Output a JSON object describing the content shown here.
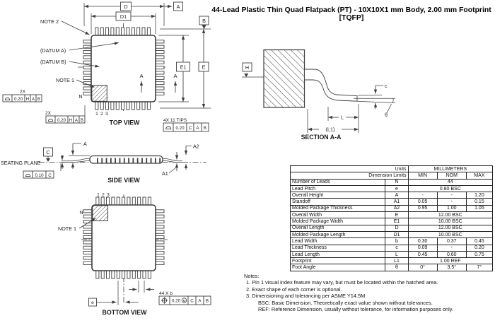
{
  "title": "44-Lead Plastic Thin Quad Flatpack (PT) - 10X10X1 mm Body, 2.00 mm Footprint [TQFP]",
  "colors": {
    "line": "#3d3d3d",
    "text": "#111111",
    "background": "#ffffff"
  },
  "top_view": {
    "caption": "TOP VIEW",
    "d": "D",
    "d1": "D1",
    "a_flag": "A",
    "b_flag": "B",
    "e1": "E1",
    "e": "E",
    "note2": "NOTE 2",
    "datum_a": "(DATUM A)",
    "datum_b": "(DATUM B)",
    "note1": "NOTE 1",
    "n": "N",
    "p1": "1",
    "p2": "2",
    "p3": "3",
    "sec_a_left": "A",
    "sec_a_right": "A",
    "qty1": "2X",
    "qty2": "2X",
    "tips": "4X 11 TIPS",
    "fcf1_tol": "0.20",
    "fcf1_r1": "H",
    "fcf1_r2": "A",
    "fcf1_r3": "B",
    "fcf2_tol": "0.20",
    "fcf2_r1": "H",
    "fcf2_r2": "A",
    "fcf2_r3": "B",
    "fcft_tol": "0.20",
    "fcft_r1": "C",
    "fcft_r2": "A",
    "fcft_r3": "B"
  },
  "side_view": {
    "caption": "SIDE VIEW",
    "seating": "SEATING PLANE",
    "c_flag": "C",
    "a": "A",
    "a1": "A1",
    "a2": "A2",
    "fcf_tol": "0.10",
    "fcf_r1": "C"
  },
  "bottom_view": {
    "caption": "BOTTOM VIEW",
    "note1": "NOTE 1",
    "n": "N",
    "p1": "1",
    "p2": "2",
    "p3": "3",
    "e": "e",
    "qty": "44 X b",
    "fcf_tol": "0.20",
    "fcf_mod": "M",
    "fcf_r1": "C",
    "fcf_r2": "A",
    "fcf_r3": "B"
  },
  "section_view": {
    "caption": "SECTION A-A",
    "h_flag": "H",
    "c": "c",
    "l": "L",
    "l1": "(L1)",
    "theta": "θ"
  },
  "table": {
    "header": {
      "units_label": "Units",
      "millimeters": "MILLIMETERS",
      "dimension_limits": "Dimension Limits",
      "min": "MIN",
      "nom": "NOM",
      "max": "MAX"
    },
    "rows": [
      {
        "name": "Number of Leads",
        "sym": "N",
        "span": "44"
      },
      {
        "name": "Lead Pitch",
        "sym": "e",
        "span": "0.80 BSC"
      },
      {
        "name": "Overall Height",
        "sym": "A",
        "min": "-",
        "nom": "-",
        "max": "1.20"
      },
      {
        "name": "Standoff",
        "sym": "A1",
        "min": "0.05",
        "nom": "-",
        "max": "0.15"
      },
      {
        "name": "Molded Package Thickness",
        "sym": "A2",
        "min": "0.95",
        "nom": "1.00",
        "max": "1.05"
      },
      {
        "name": "Overall Width",
        "sym": "E",
        "span": "12.00 BSC"
      },
      {
        "name": "Molded Package Width",
        "sym": "E1",
        "span": "10.00 BSC"
      },
      {
        "name": "Overall Length",
        "sym": "D",
        "span": "12.00 BSC"
      },
      {
        "name": "Molded Package Length",
        "sym": "D1",
        "span": "10.00 BSC"
      },
      {
        "name": "Lead Width",
        "sym": "b",
        "min": "0.30",
        "nom": "0.37",
        "max": "0.45"
      },
      {
        "name": "Lead Thickness",
        "sym": "c",
        "min": "0.09",
        "nom": "-",
        "max": "0.20"
      },
      {
        "name": "Lead Length",
        "sym": "L",
        "min": "0.45",
        "nom": "0.60",
        "max": "0.75"
      },
      {
        "name": "Footprint",
        "sym": "L1",
        "span": "1.00 REF"
      },
      {
        "name": "Foot Angle",
        "sym": "θ",
        "min": "0°",
        "nom": "3.5°",
        "max": "7°"
      }
    ]
  },
  "notes": {
    "heading": "Notes:",
    "items": [
      "1.  Pin 1 visual index feature may vary, but must be located within the hatched area.",
      "2.  Exact shape of each corner is optional.",
      "3.  Dimensioning and tolerancing per ASME Y14.5M"
    ],
    "sub_items": [
      "BSC: Basic Dimension. Theoretically exact value shown without tolerances.",
      "REF: Reference Dimension, usually without tolerance, for information purposes only."
    ]
  }
}
